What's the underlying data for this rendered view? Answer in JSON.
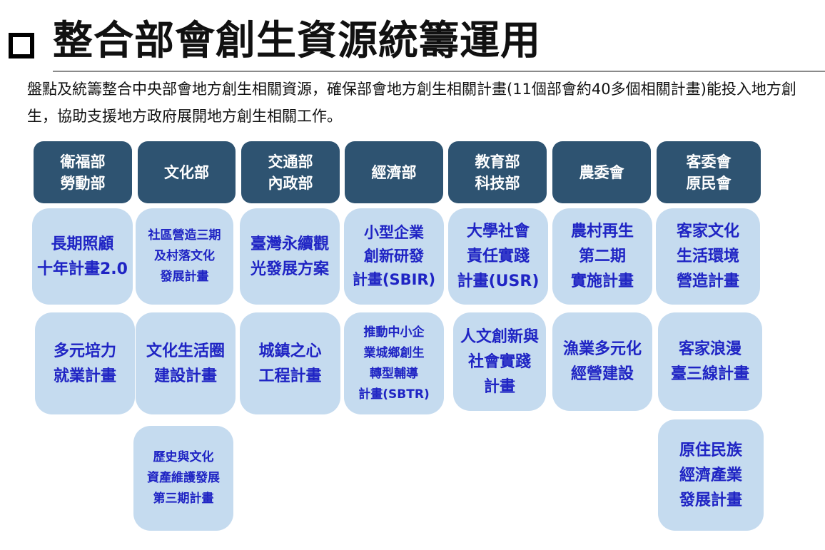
{
  "page": {
    "title": "整合部會創生資源統籌運用",
    "description": "盤點及統籌整合中央部會地方創生相關資源，確保部會地方創生相關計畫(11個部會約40多個相關計畫)能投入地方創生，協助支援地方政府展開地方創生相關工作。"
  },
  "columns": [
    {
      "header": "衛福部\n勞動部",
      "plans": [
        "長期照顧\n十年計畫2.0",
        "多元培力\n就業計畫"
      ]
    },
    {
      "header": "文化部",
      "plans": [
        "社區營造三期\n及村落文化\n發展計畫",
        "文化生活圈\n建設計畫",
        "歷史與文化\n資產維護發展\n第三期計畫"
      ]
    },
    {
      "header": "交通部\n內政部",
      "plans": [
        "臺灣永續觀\n光發展方案",
        "城鎮之心\n工程計畫"
      ]
    },
    {
      "header": "經濟部",
      "plans": [
        "小型企業\n創新研發\n計畫(SBIR)",
        "推動中小企\n業城鄉創生\n轉型輔導\n計畫(SBTR)"
      ]
    },
    {
      "header": "教育部\n科技部",
      "plans": [
        "大學社會\n責任實踐\n計畫(USR)",
        "人文創新與\n社會實踐\n計畫"
      ]
    },
    {
      "header": "農委會",
      "plans": [
        "農村再生\n第二期\n實施計畫",
        "漁業多元化\n經營建設"
      ]
    },
    {
      "header": "客委會\n原民會",
      "plans": [
        "客家文化\n生活環境\n營造計畫",
        "客家浪漫\n臺三線計畫",
        "原住民族\n經濟產業\n發展計畫"
      ]
    }
  ],
  "colors": {
    "header_bg": "#2e5371",
    "card_bg": "#c5dbef",
    "card_text": "#1f24c4"
  }
}
